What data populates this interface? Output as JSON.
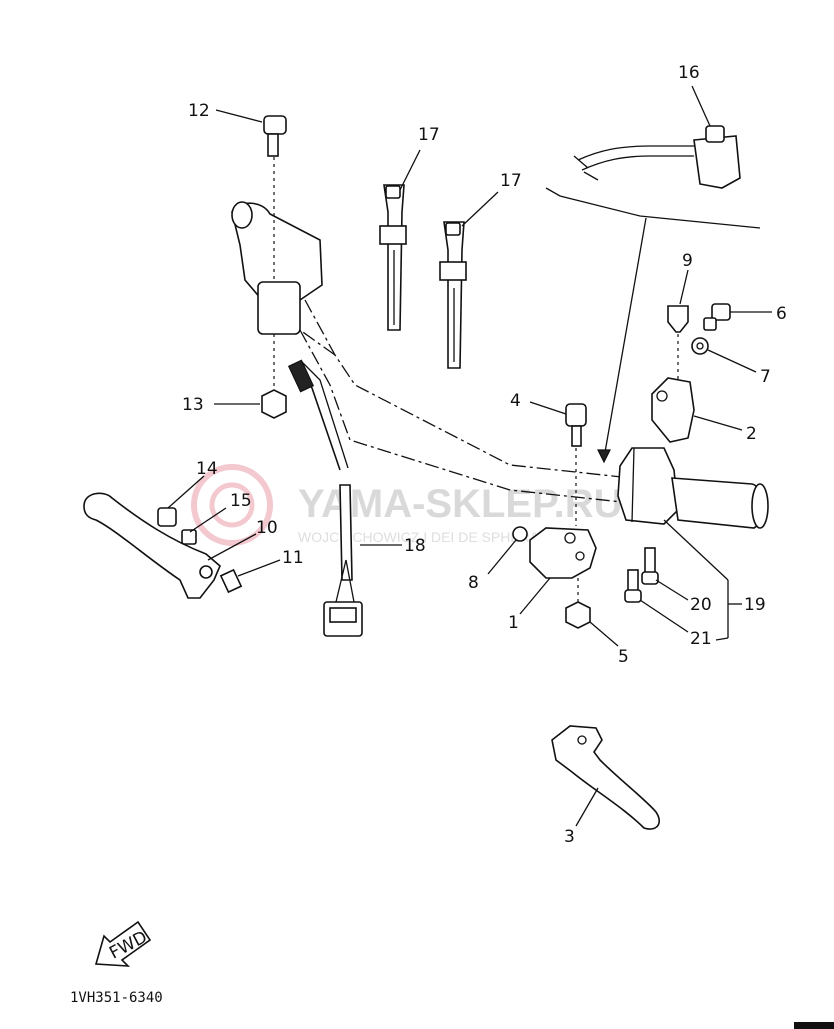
{
  "callouts": {
    "c1": "1",
    "c2": "2",
    "c3": "3",
    "c4": "4",
    "c5": "5",
    "c6": "6",
    "c7": "7",
    "c8": "8",
    "c9": "9",
    "c10": "10",
    "c11": "11",
    "c12": "12",
    "c13": "13",
    "c14": "14",
    "c15": "15",
    "c16": "16",
    "c17a": "17",
    "c17b": "17",
    "c18": "18",
    "c19": "19",
    "c20": "20",
    "c21": "21"
  },
  "diagram_code": "1VH351-6340",
  "fwd_label": "FWD",
  "watermark": {
    "main": "YAMA-SKLEP.RU",
    "sub": "WOJCIECHOWICZ I DEI DE SPHERA MAPA"
  },
  "colors": {
    "ink": "#111111",
    "watermark": "#d9d9d9",
    "watermark_logo": "#f3c9cf"
  }
}
